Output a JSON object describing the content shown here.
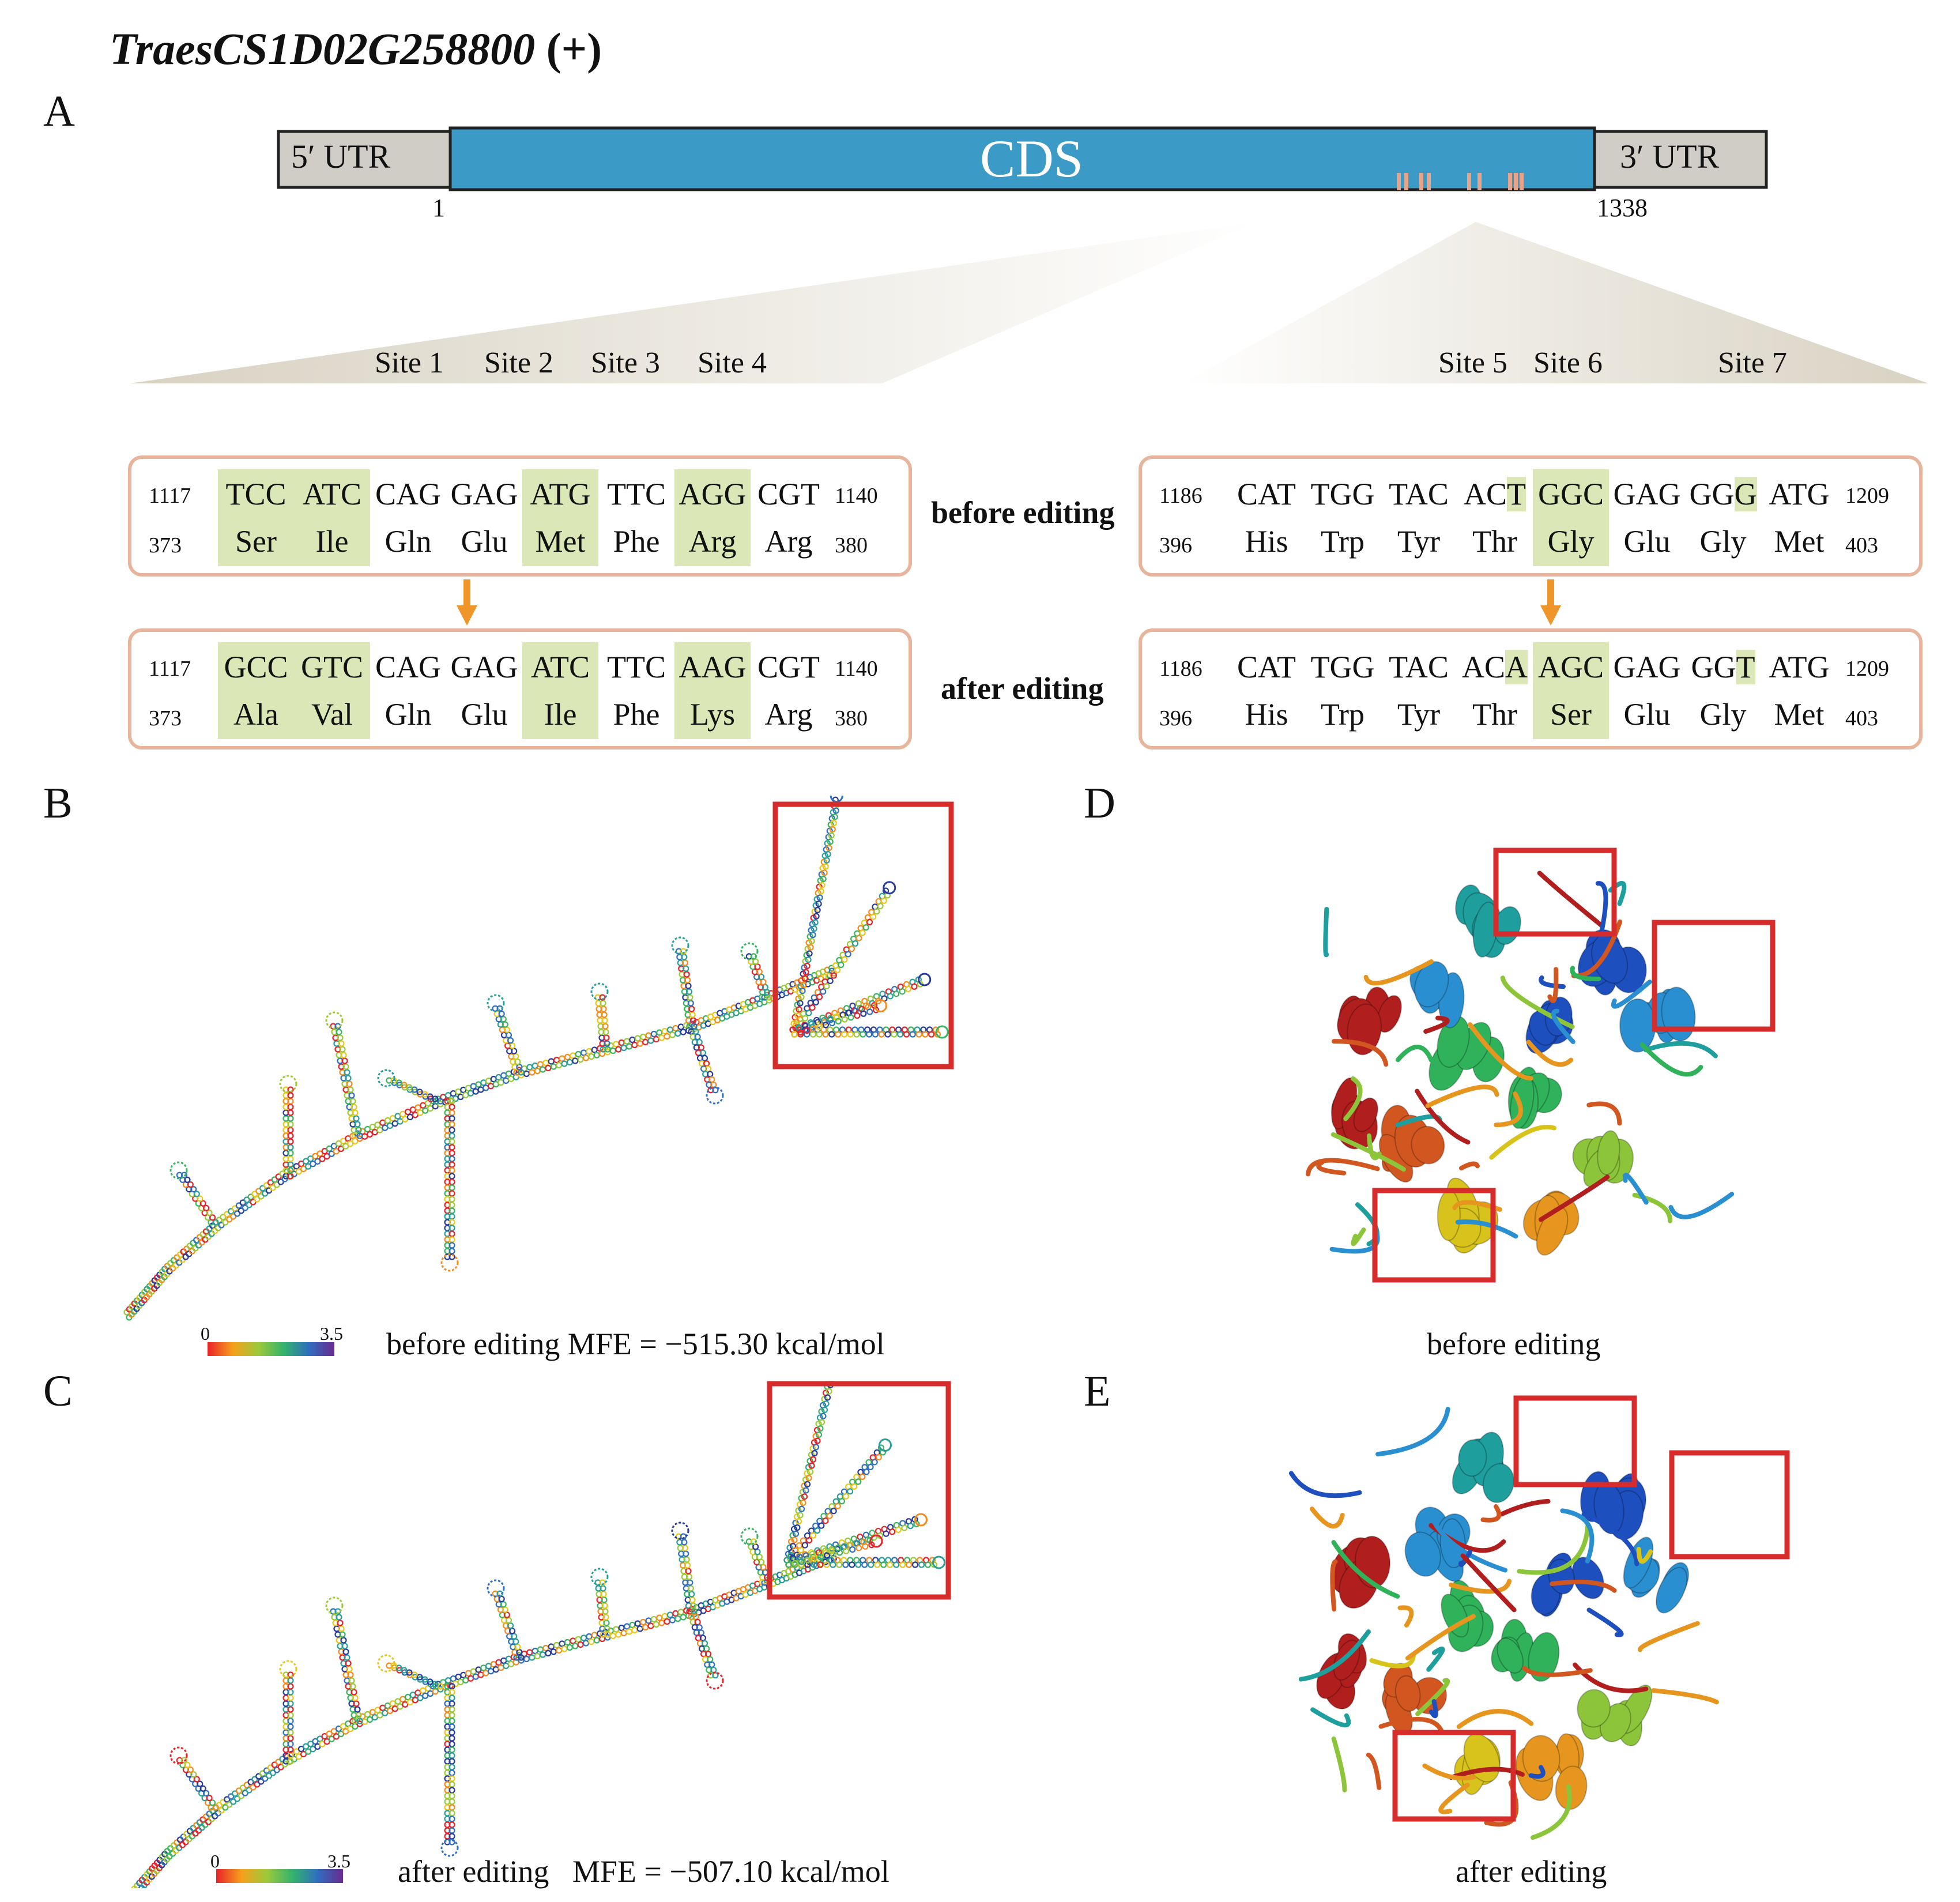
{
  "title": {
    "gene": "TraesCS1D02G258800",
    "strand": "(+)"
  },
  "panels": {
    "a": "A",
    "b": "B",
    "c": "C",
    "d": "D",
    "e": "E"
  },
  "gene_model": {
    "utr5": "5′ UTR",
    "cds": "CDS",
    "utr3": "3′ UTR",
    "start": "1",
    "end": "1338"
  },
  "sites": [
    "Site 1",
    "Site 2",
    "Site 3",
    "Site 4",
    "Site 5",
    "Site 6",
    "Site 7"
  ],
  "states": {
    "before": "before editing",
    "after": "after editing"
  },
  "sequences": {
    "left_before": {
      "nt_start": "1117",
      "nt_end": "1140",
      "aa_start": "373",
      "aa_end": "380",
      "codons": [
        "TCC",
        "ATC",
        "CAG",
        "GAG",
        "ATG",
        "TTC",
        "AGG",
        "CGT"
      ],
      "aas": [
        "Ser",
        "Ile",
        "Gln",
        "Glu",
        "Met",
        "Phe",
        "Arg",
        "Arg"
      ]
    },
    "left_after": {
      "nt_start": "1117",
      "nt_end": "1140",
      "aa_start": "373",
      "aa_end": "380",
      "codons": [
        "GCC",
        "GTC",
        "CAG",
        "GAG",
        "ATC",
        "TTC",
        "AAG",
        "CGT"
      ],
      "aas": [
        "Ala",
        "Val",
        "Gln",
        "Glu",
        "Ile",
        "Phe",
        "Lys",
        "Arg"
      ]
    },
    "right_before": {
      "nt_start": "1186",
      "nt_end": "1209",
      "aa_start": "396",
      "aa_end": "403",
      "codons": [
        "CAT",
        "TGG",
        "TAC",
        "ACT",
        "GGC",
        "GAG",
        "GGG",
        "ATG"
      ],
      "aas": [
        "His",
        "Trp",
        "Tyr",
        "Thr",
        "Gly",
        "Glu",
        "Gly",
        "Met"
      ]
    },
    "right_after": {
      "nt_start": "1186",
      "nt_end": "1209",
      "aa_start": "396",
      "aa_end": "403",
      "codons": [
        "CAT",
        "TGG",
        "TAC",
        "ACA",
        "AGC",
        "GAG",
        "GGT",
        "ATG"
      ],
      "aas": [
        "His",
        "Trp",
        "Tyr",
        "Thr",
        "Ser",
        "Glu",
        "Gly",
        "Met"
      ]
    }
  },
  "rna": {
    "before_mfe": "before editing  MFE = −515.30 kcal/mol",
    "after_mfe": "after editing   MFE = −507.10 kcal/mol",
    "scale_min": "0",
    "scale_max": "3.5"
  },
  "protein": {
    "before": "before editing",
    "after": "after editing"
  },
  "colors": {
    "cds": "#3b9ac6",
    "utr": "#cfcdc6",
    "highlight": "#dbe7b6",
    "box_border": "#e6b59b",
    "arrow": "#f0952a",
    "red_box": "#d62c2c"
  }
}
